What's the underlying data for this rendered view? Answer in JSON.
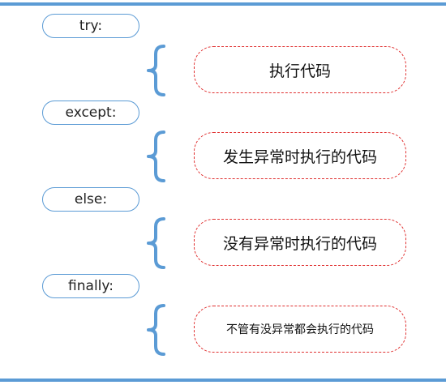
{
  "blocks": [
    {
      "keyword": "try:",
      "description": "执行代码"
    },
    {
      "keyword": "except:",
      "description": "发生异常时执行的代码"
    },
    {
      "keyword": "else:",
      "description": "没有异常时执行的代码"
    },
    {
      "keyword": "finally:",
      "description": "不管有没异常都会执行的代码"
    }
  ],
  "colors": {
    "accent": "#5b9bd5",
    "dashed_border": "#e03030"
  }
}
